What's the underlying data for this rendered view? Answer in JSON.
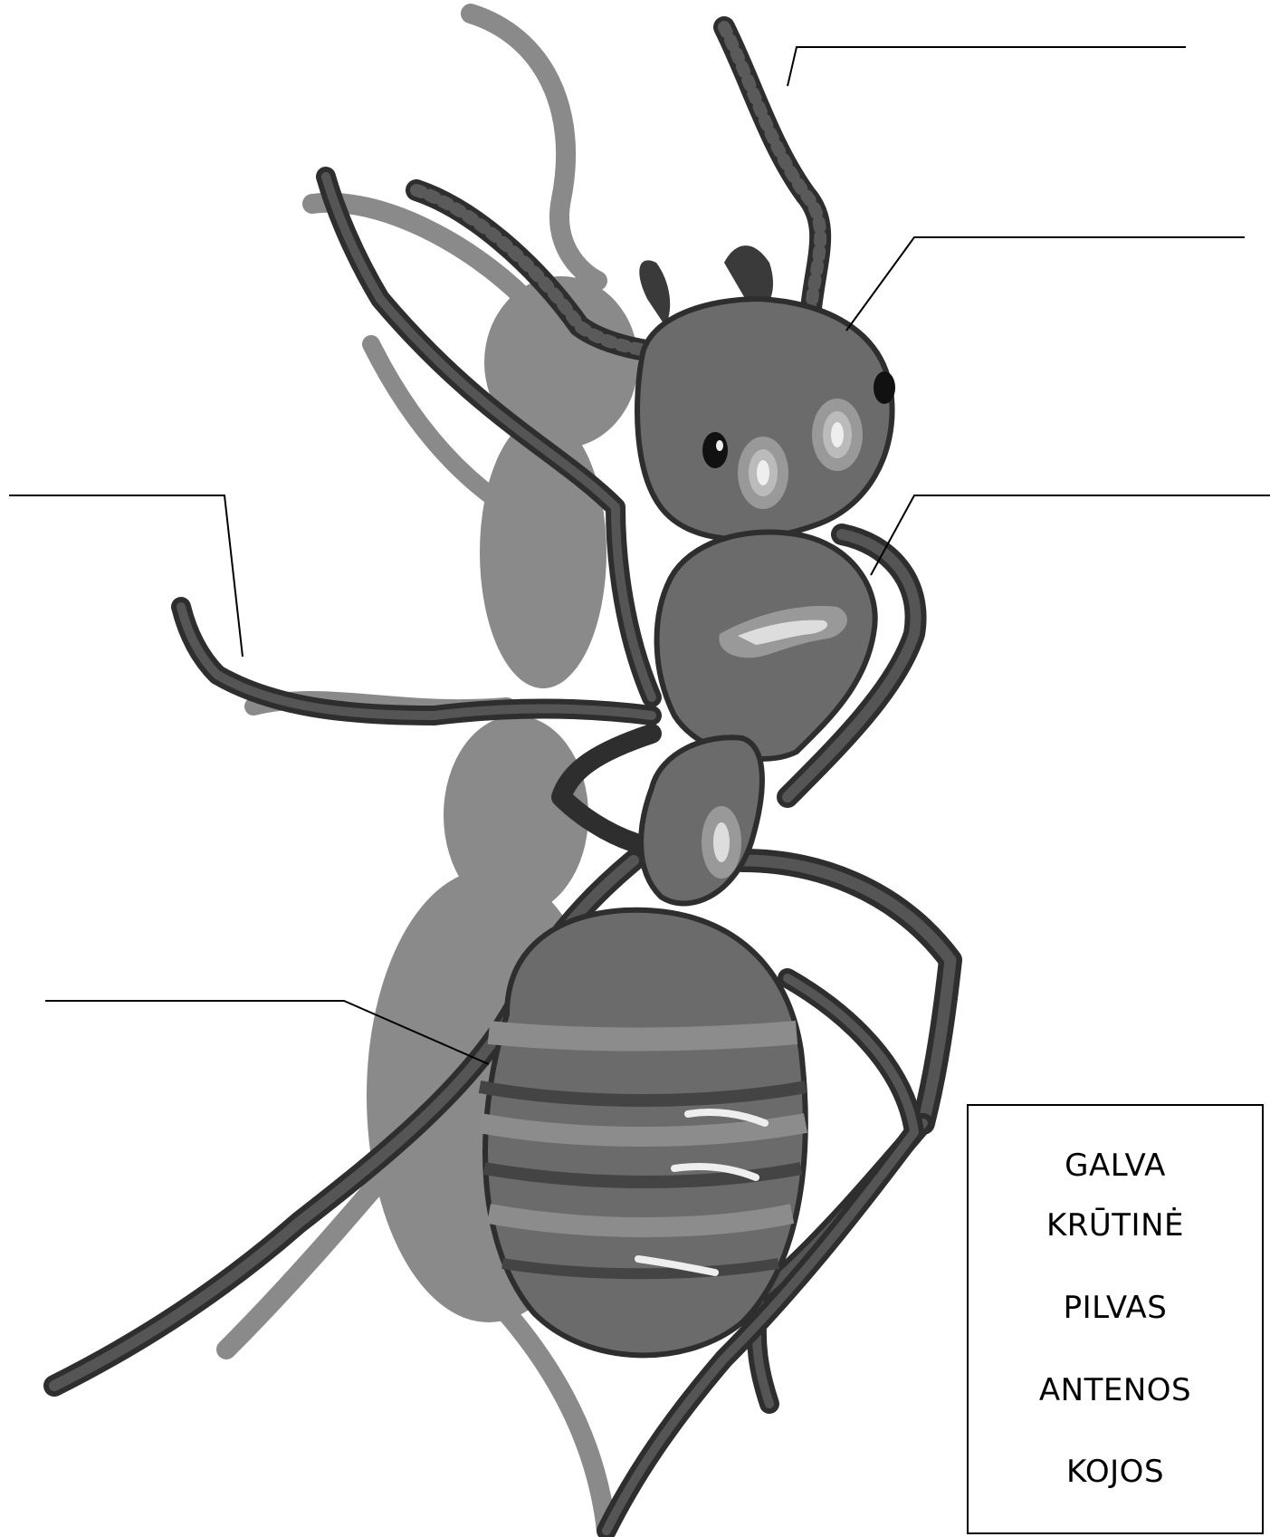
{
  "word_bank": {
    "words": [
      "GALVA",
      "KRŪTINĖ",
      "PILVAS",
      "ANTENOS",
      "KOJOS"
    ]
  },
  "colors": {
    "background": "#ffffff",
    "shadow": "#8a8a8a",
    "body": "#6b6b6b",
    "dark": "#3c3c3c",
    "line": "#000000"
  }
}
